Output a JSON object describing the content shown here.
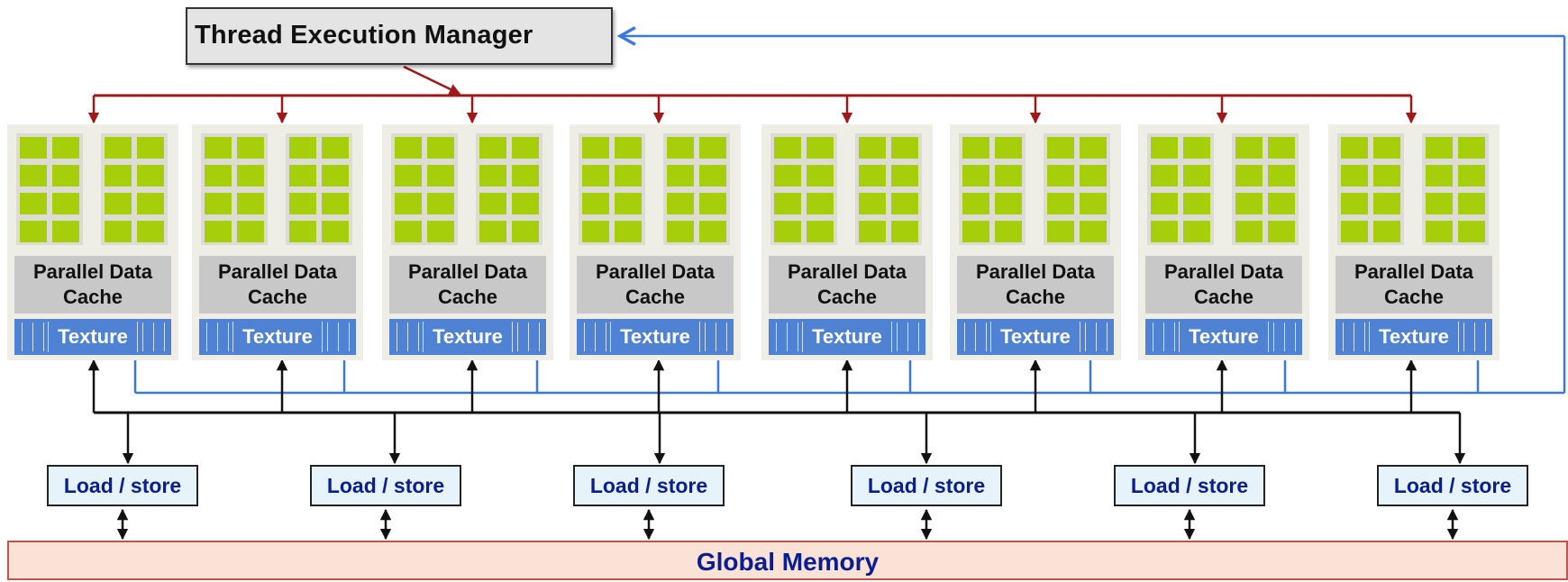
{
  "manager": {
    "label": "Thread Execution Manager"
  },
  "sm_units": [
    {
      "cache_label": "Parallel Data Cache",
      "texture_label": "Texture"
    },
    {
      "cache_label": "Parallel Data Cache",
      "texture_label": "Texture"
    },
    {
      "cache_label": "Parallel Data Cache",
      "texture_label": "Texture"
    },
    {
      "cache_label": "Parallel Data Cache",
      "texture_label": "Texture"
    },
    {
      "cache_label": "Parallel Data Cache",
      "texture_label": "Texture"
    },
    {
      "cache_label": "Parallel Data Cache",
      "texture_label": "Texture"
    },
    {
      "cache_label": "Parallel Data Cache",
      "texture_label": "Texture"
    },
    {
      "cache_label": "Parallel Data Cache",
      "texture_label": "Texture"
    }
  ],
  "load_store_units": [
    {
      "label": "Load / store"
    },
    {
      "label": "Load / store"
    },
    {
      "label": "Load / store"
    },
    {
      "label": "Load / store"
    },
    {
      "label": "Load / store"
    },
    {
      "label": "Load / store"
    }
  ],
  "global_memory": {
    "label": "Global Memory"
  },
  "colors": {
    "control_arrow": "#a01818",
    "feedback_arrow": "#3a78e0",
    "core": "#a6ce0a",
    "texture": "#4f82d2",
    "global_memory_fill": "#fbe2d6"
  }
}
